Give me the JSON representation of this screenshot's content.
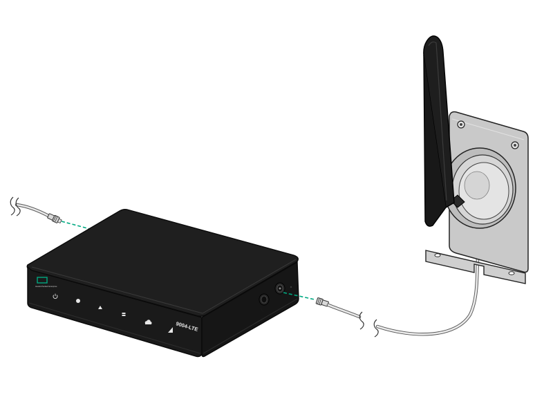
{
  "device": {
    "model_label": "9004-LTE",
    "logo_text": "Hewlett Packard Enterprise",
    "brand_color": "#01a982",
    "body_color": "#1c1c1c"
  },
  "status_leds": [
    "power-icon",
    "status-dot-icon",
    "warning-icon",
    "lte-icon",
    "cloud-icon",
    "signal-icon"
  ],
  "cables": {
    "connector_guide_color": "#01a982",
    "connector_guide_style": "dashed"
  },
  "antenna": {
    "mount_color": "#c9c9c9",
    "whip_color": "#1e1e1e"
  }
}
